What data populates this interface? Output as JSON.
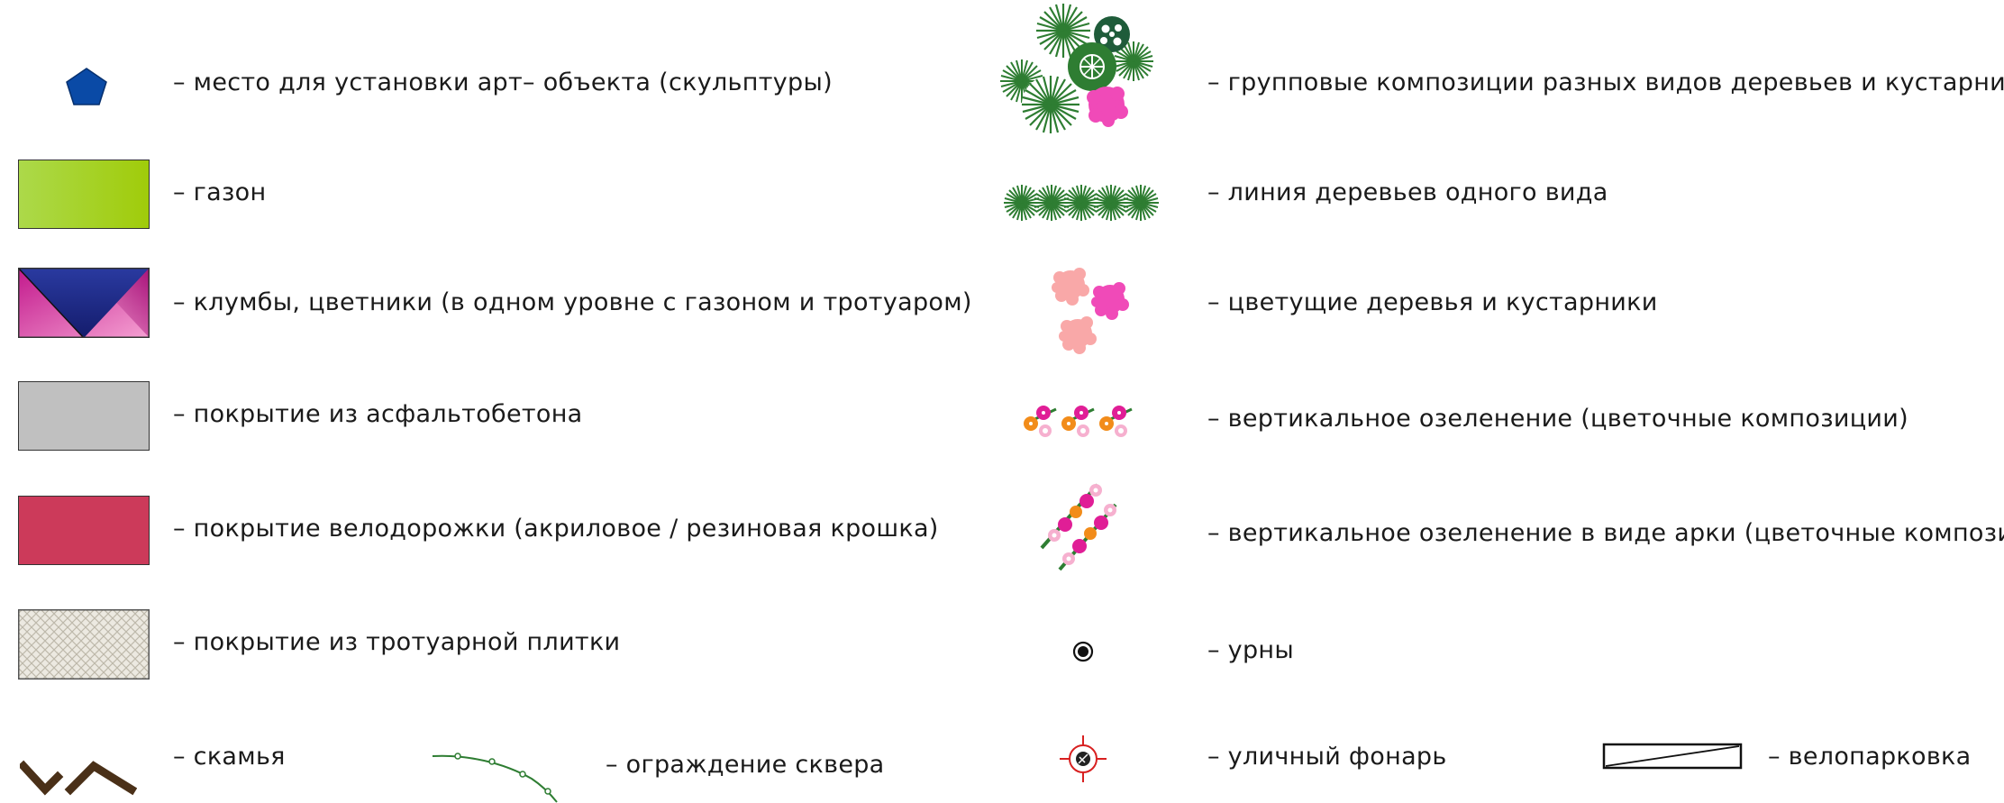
{
  "legend": {
    "left": [
      {
        "id": "art",
        "label": "– место для установки арт– объекта (скульптуры)",
        "symbol": "pentagon-icon",
        "color": "#0a4aa6"
      },
      {
        "id": "lawn",
        "label": "– газон",
        "symbol": "lawn-swatch",
        "color": "#a3d12e"
      },
      {
        "id": "flowerbed",
        "label": "– клумбы, цветники (в одном уровне с газоном и тротуаром)",
        "symbol": "flowerbed-swatch",
        "color": "#1c2a8a"
      },
      {
        "id": "asphalt",
        "label": "– покрытие из асфальтобетона",
        "symbol": "asphalt-swatch",
        "color": "#c0c0c0"
      },
      {
        "id": "bikepath",
        "label": "– покрытие велодорожки (акриловое / резиновая крошка)",
        "symbol": "bikepath-swatch",
        "color": "#cc3a5a"
      },
      {
        "id": "paving",
        "label": "– покрытие из тротуарной плитки",
        "symbol": "paving-swatch",
        "color": "#e4e1d8"
      },
      {
        "id": "bench",
        "label": "– скамья",
        "symbol": "bench-icon",
        "color": "#4a3018"
      },
      {
        "id": "fence",
        "label": "– ограждение сквера",
        "symbol": "fence-icon",
        "color": "#2e7d32"
      }
    ],
    "right": [
      {
        "id": "group",
        "label": "– групповые композиции разных видов деревьев и кустарников",
        "symbol": "tree-group-icon"
      },
      {
        "id": "line",
        "label": "– линия деревьев одного вида",
        "symbol": "tree-line-icon"
      },
      {
        "id": "blooming",
        "label": "– цветущие деревья и кустарники",
        "symbol": "blooming-shrubs-icon"
      },
      {
        "id": "vertical",
        "label": "– вертикальное озеленение (цветочные композиции)",
        "symbol": "vertical-flowers-icon"
      },
      {
        "id": "arch",
        "label": "– вертикальное озеленение в виде арки (цветочные композиции)",
        "symbol": "flower-arch-icon"
      },
      {
        "id": "urn",
        "label": "– урны",
        "symbol": "urn-icon"
      },
      {
        "id": "lamp",
        "label": "– уличный фонарь",
        "symbol": "street-lamp-icon"
      },
      {
        "id": "bikepark",
        "label": "– велопарковка",
        "symbol": "bike-parking-icon"
      }
    ]
  }
}
